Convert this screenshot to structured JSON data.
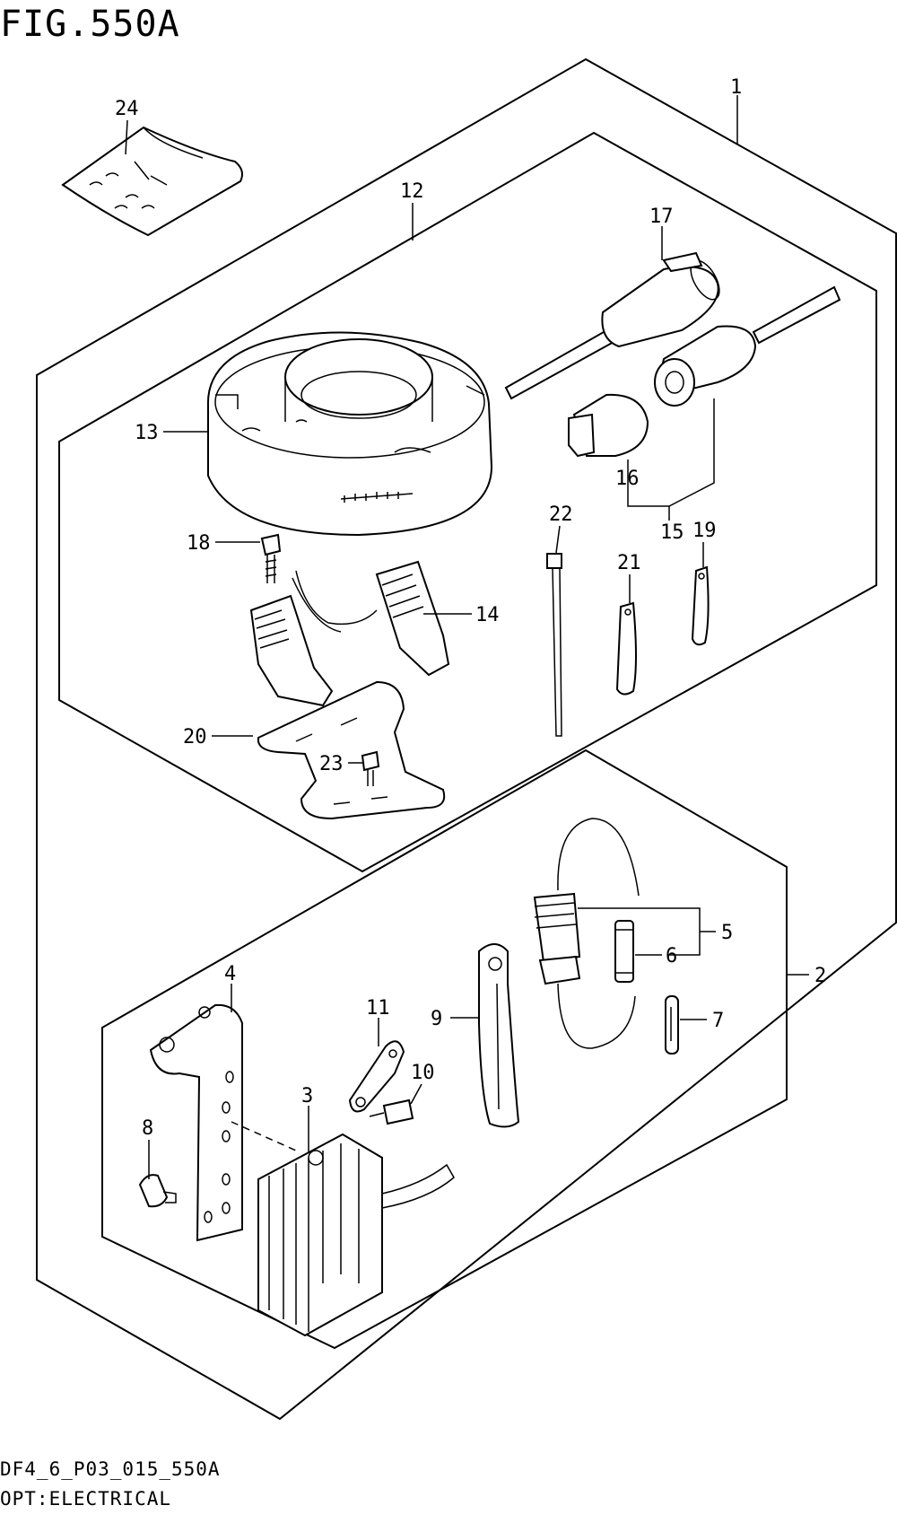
{
  "figure": {
    "title": "FIG.550A",
    "code": "DF4_6_P03_015_550A",
    "caption": "OPT:ELECTRICAL"
  },
  "callouts": [
    "1",
    "2",
    "3",
    "4",
    "5",
    "6",
    "7",
    "8",
    "9",
    "10",
    "11",
    "12",
    "13",
    "14",
    "15",
    "16",
    "17",
    "18",
    "19",
    "20",
    "21",
    "22",
    "23",
    "24"
  ]
}
